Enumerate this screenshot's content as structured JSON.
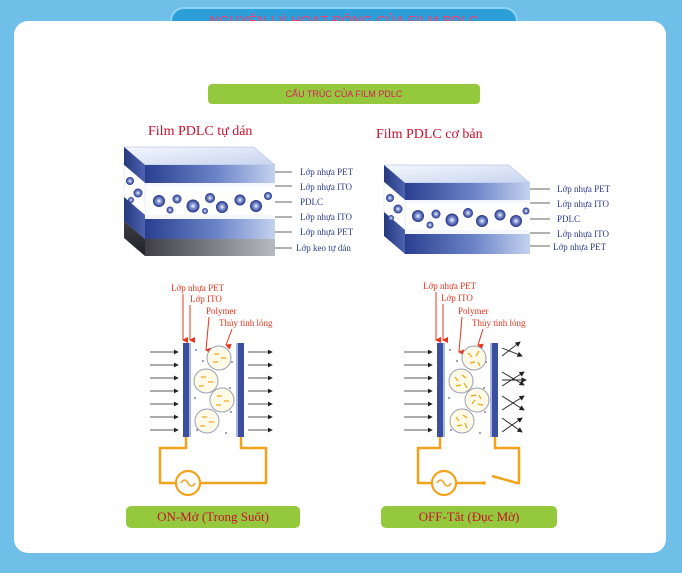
{
  "title": "NGUYÊN LÝ HOẠT ĐỘNG CỦA FILM PDLC",
  "subtitle": "CẤU TRÚC CỦA FILM PDLC",
  "self_adhesive": {
    "heading": "Film PDLC tự dán",
    "layers": [
      "Lớp nhựa PET",
      "Lớp nhựa ITO",
      "PDLC",
      "Lớp nhựa ITO",
      "Lớp nhựa PET",
      "Lớp keo tự dán"
    ]
  },
  "basic": {
    "heading": "Film PDLC cơ bản",
    "layers": [
      "Lớp nhựa PET",
      "Lớp nhựa ITO",
      "PDLC",
      "Lớp nhựa ITO",
      "Lớp nhựa PET"
    ]
  },
  "on_state": {
    "labels": [
      "Lớp nhựa PET",
      "Lớp ITO",
      "Polymer",
      "Thủy tinh lỏng"
    ],
    "caption": "ON-Mở (Trong Suốt)"
  },
  "off_state": {
    "labels": [
      "Lớp nhựa PET",
      "Lớp ITO",
      "Polymer",
      "Thủy tinh lỏng"
    ],
    "caption": "OFF-Tắt (Đục Mờ)"
  },
  "colors": {
    "background": "#6fbfe8",
    "title_pill": "#2d9fd8",
    "title_text": "#ff3a6e",
    "green_pill": "#95c93d",
    "label_red": "#e8341c",
    "layer_blue": "#4a59a6",
    "circuit_orange": "#f2a31c"
  }
}
